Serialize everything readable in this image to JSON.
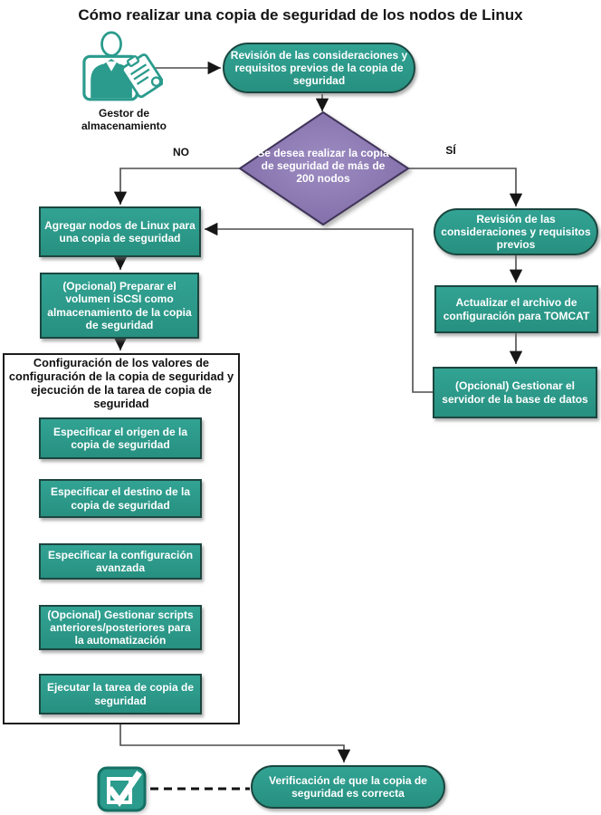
{
  "title": "Cómo realizar una copia de seguridad de los nodos de Linux",
  "actor": {
    "label": "Gestor de almacenamiento",
    "icon": "storage-manager-icon"
  },
  "decision": {
    "label": "Se desea realizar la copia de seguridad de más de 200 nodos",
    "no": "NO",
    "yes": "SÍ"
  },
  "nodes": {
    "review_full": {
      "label": "Revisión de las consideraciones y requisitos previos de la copia de seguridad"
    },
    "add_linux_nodes": {
      "label": "Agregar nodos de Linux para una copia de seguridad"
    },
    "prepare_iscsi": {
      "label": "(Opcional) Preparar el volumen iSCSI como almacenamiento de la copia de seguridad"
    },
    "review_short": {
      "label": "Revisión de las consideraciones y requisitos previos"
    },
    "update_tomcat": {
      "label": "Actualizar el archivo de configuración para TOMCAT"
    },
    "manage_db": {
      "label": "(Opcional) Gestionar el servidor de la base de datos"
    },
    "backup_source": {
      "label": "Especificar el origen de la copia de seguridad"
    },
    "backup_destination": {
      "label": "Especificar el destino de la copia de seguridad"
    },
    "advanced_settings": {
      "label": "Especificar la configuración avanzada"
    },
    "pre_post_scripts": {
      "label": "(Opcional) Gestionar scripts anteriores/posteriores para la automatización"
    },
    "run_backup": {
      "label": "Ejecutar la tarea de copia de seguridad"
    },
    "verify_backup": {
      "label": "Verificación de que la copia de seguridad es correcta"
    }
  },
  "group": {
    "header": "Configuración de los valores de configuración de la copia de seguridad y ejecución de la tarea de copia de seguridad"
  },
  "colors": {
    "process_fill": "#2a9b8c",
    "process_border": "#1b463f",
    "decision_fill": "#8b77ae",
    "decision_border": "#40345a",
    "connector": "#4d4d4d",
    "arrowhead": "#161616",
    "text_on_node": "#ffffff",
    "text_static": "#111111"
  }
}
